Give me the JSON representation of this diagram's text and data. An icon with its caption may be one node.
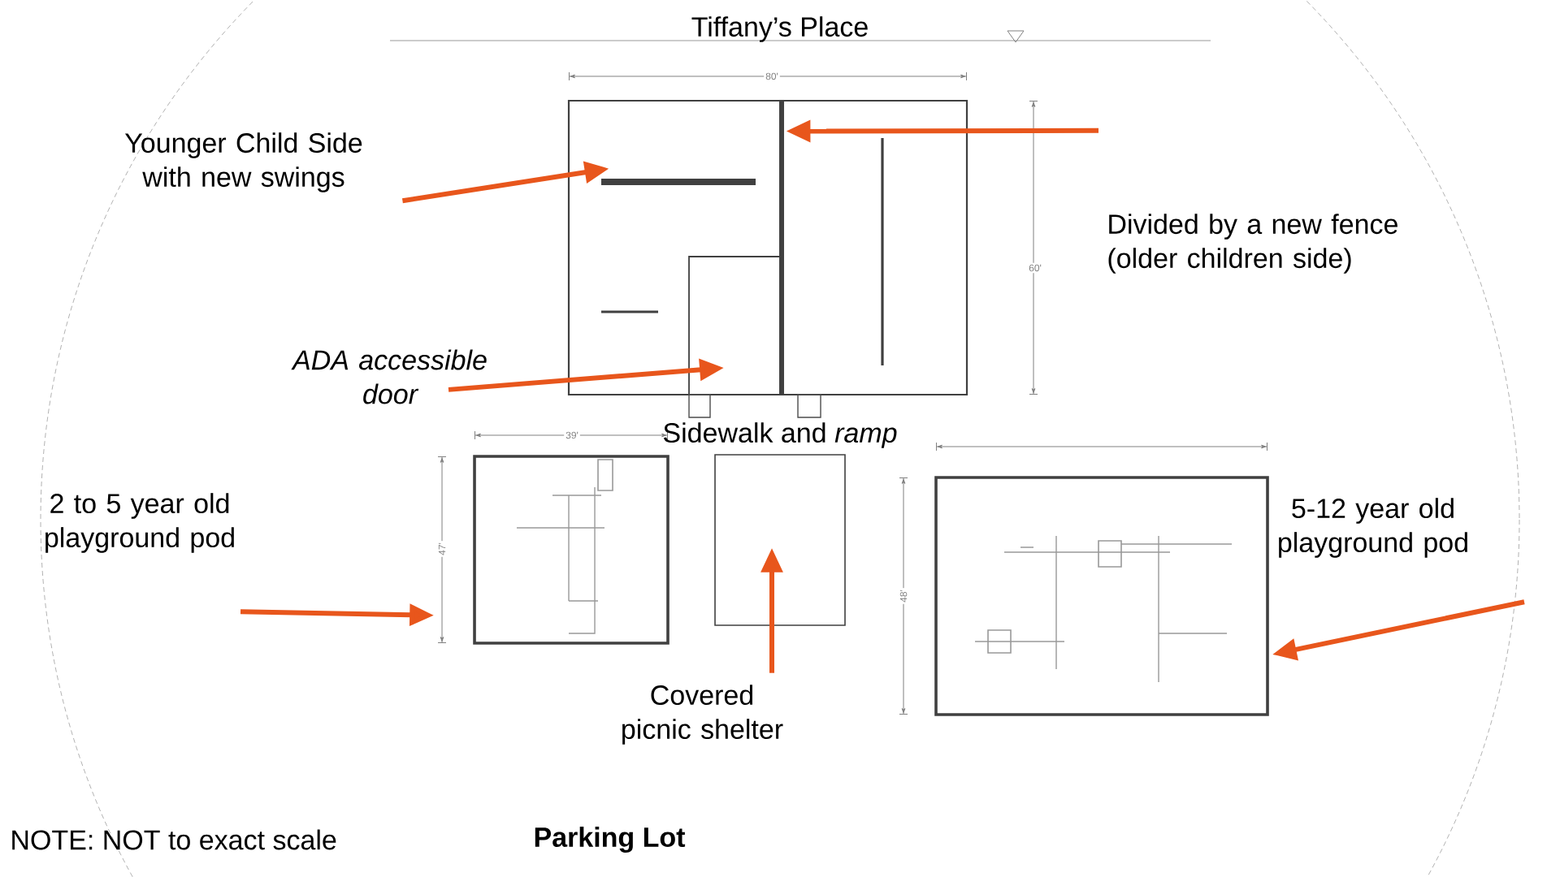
{
  "diagram": {
    "nodes": [
      {
        "text": [
          "Younger Child Side with new swings"
        ]
      },
      {
        "text": [
          "Divided by a new fence (older children side)"
        ]
      },
      {
        "text": [
          "ADA accessible door"
        ]
      },
      {
        "text": [],
        "shape": "box"
      },
      {
        "text": [],
        "shape": "bar",
        "in": 3
      },
      {
        "text": [],
        "shape": "bar",
        "in": 3
      },
      {
        "text": [],
        "shape": "box",
        "in": 3
      },
      {
        "text": [],
        "shape": "box"
      },
      {
        "text": [],
        "shape": "box"
      },
      {
        "text": [],
        "shape": "box"
      },
      {
        "text": [
          "2 to 5 year old playground pod"
        ]
      },
      {
        "text": [
          "Covered picnic shelter"
        ]
      },
      {
        "text": [
          "5-12 year old playground pod"
        ]
      }
    ],
    "edges": [
      {
        "from": 0,
        "to": 4,
        "arrow": "to",
        "color": "#e8561c"
      },
      {
        "from": 1,
        "to": 5,
        "arrow": "to",
        "color": "#e8561c"
      },
      {
        "from": 2,
        "to": 6,
        "arrow": "to",
        "color": "#e8561c"
      },
      {
        "from": 10,
        "to": 7,
        "arrow": "to",
        "color": "#e8561c"
      },
      {
        "from": 11,
        "to": 8,
        "arrow": "to",
        "color": "#e8561c"
      },
      {
        "from": 12,
        "to": 9,
        "arrow": "to",
        "color": "#e8561c"
      }
    ],
    "labels": [
      "Tiffany’s Place",
      "Sidewalk and *ramp*",
      "NOTE: NOT to exact scale",
      "Parking Lot",
      "80'",
      "60'",
      "39'",
      "47'",
      "48'"
    ]
  }
}
